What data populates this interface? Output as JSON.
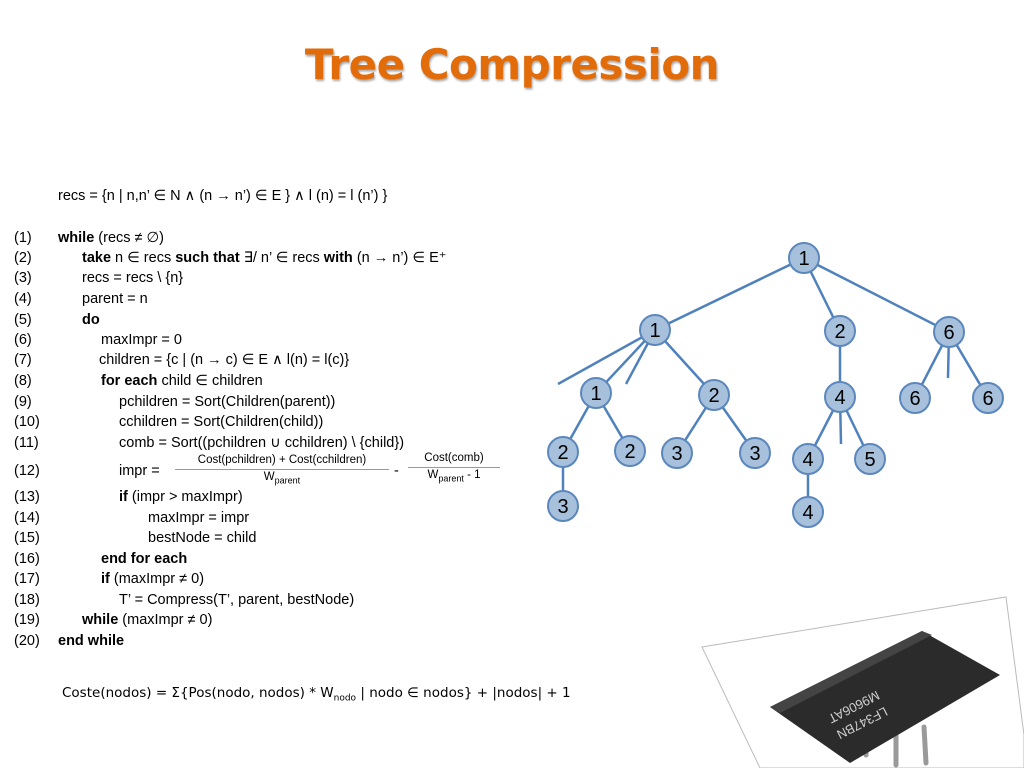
{
  "slide": {
    "title": "Tree Compression",
    "recs": "recs = {n | n,n’ ∈ N ∧  (n  →  n’) ∈ E } ∧  l (n)  =  l (n’) }"
  },
  "algorithm": {
    "n1": "(1)",
    "n2": "(2)",
    "n3": "(3)",
    "n4": "(4)",
    "n5": "(5)",
    "n6": "(6)",
    "n7": "(7)",
    "n8": "(8)",
    "n9": "(9)",
    "n10": "(10)",
    "n11": "(11)",
    "n12": "(12)",
    "n13": "(13)",
    "n14": "(14)",
    "n15": "(15)",
    "n16": "(16)",
    "n17": "(17)",
    "n18": "(18)",
    "n19": "(19)",
    "n20": "(20)",
    "l1_kw": "while",
    "l1_rest": " (recs ≠ ∅)",
    "l2_kw": "take",
    "l2_a": " n ∈ recs ",
    "l2_kw2": "such that",
    "l2_b": " ∃/ n’ ∈ recs ",
    "l2_kw3": "with",
    "l2_c": " (n → n’) ∈ E⁺",
    "l3": "recs = recs \\ {n}",
    "l4": "parent = n",
    "l5_kw": "do",
    "l6": "maxImpr = 0",
    "l7": "children = {c | (n → c) ∈ E ∧ l(n) = l(c)}",
    "l8_kw": "for each",
    "l8_rest": " child ∈  children",
    "l9": "pchildren = Sort(Children(parent))",
    "l10": "cchildren = Sort(Children(child))",
    "l11": "comb = Sort((pchildren ∪ cchildren) \\ {child})",
    "l12_a": "impr =",
    "frac1_top": "Cost(pchildren) + Cost(cchildren)",
    "frac1_w": "W",
    "frac1_sub": "parent",
    "minus": "-",
    "frac2_top": "Cost(comb)",
    "frac2_w": "W",
    "frac2_sub": "parent",
    "frac2_tail": " - 1",
    "l13_kw": "if",
    "l13_rest": " (impr > maxImpr)",
    "l14": "maxImpr = impr",
    "l15": "bestNode = child",
    "l16_kw": "end for each",
    "l17_kw": "if",
    "l17_rest": " (maxImpr ≠ 0)",
    "l18": "T’ = Compress(T’, parent, bestNode)",
    "l19_kw": "while",
    "l19_rest": " (maxImpr ≠ 0)",
    "l20_kw": "end while"
  },
  "coste": {
    "a": "Coste(nodos) = Σ{Pos(nodo, nodos) * W",
    "sub": "nodo",
    "b": " | nodo ∈  nodos} + |nodos|  + 1"
  },
  "tree": {
    "colors": {
      "node_fill": "#a7c0dc",
      "node_stroke": "#5b87bd",
      "edge": "#4f81bd"
    },
    "labels": [
      "1",
      "1",
      "2",
      "6",
      "1",
      "2",
      "4",
      "6",
      "6",
      "2",
      "2",
      "3",
      "3",
      "4",
      "5",
      "3",
      "4"
    ]
  },
  "chip": {
    "marking1": "M9606AT",
    "marking2": "LF347BN"
  }
}
